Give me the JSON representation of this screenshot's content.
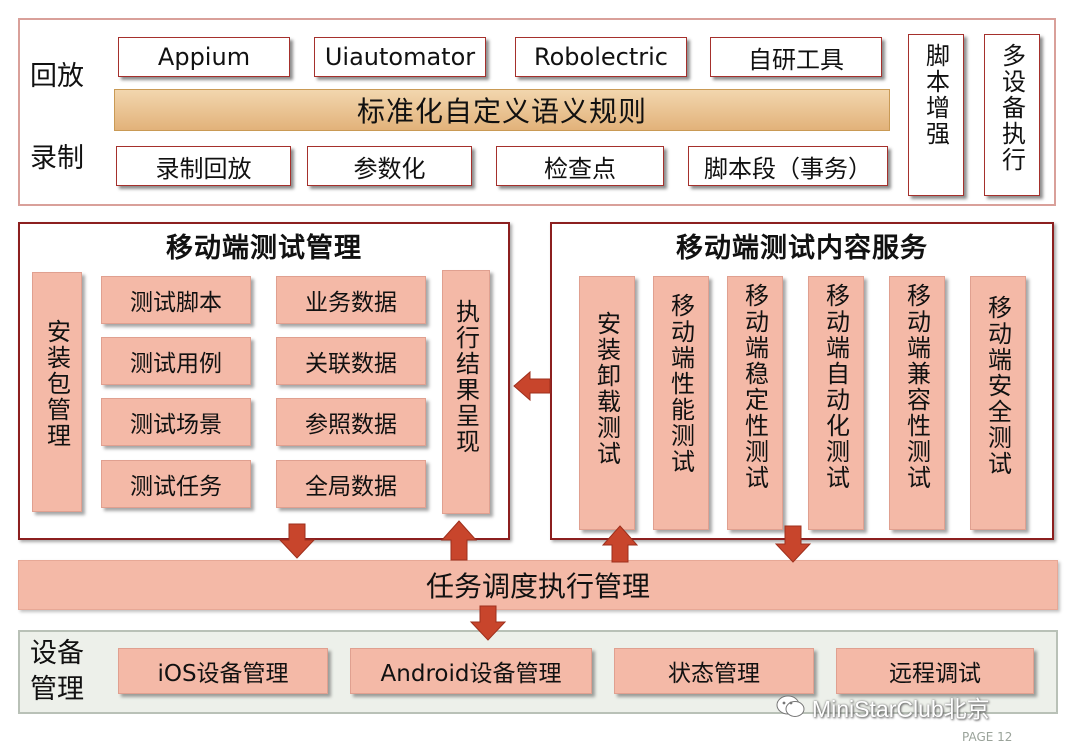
{
  "top": {
    "label_playback": "回放",
    "label_record": "录制",
    "tools": [
      "Appium",
      "Uiautomator",
      "Robolectric",
      "自研工具"
    ],
    "semantic_rule": "标准化自定义语义规则",
    "record_items": [
      "录制回放",
      "参数化",
      "检查点",
      "脚本段（事务）"
    ],
    "script_enhance": "脚本增强",
    "multi_device": "多设备执行"
  },
  "mgmt": {
    "title": "移动端测试管理",
    "install_pkg": "安装包管理",
    "left_col": [
      "测试脚本",
      "测试用例",
      "测试场景",
      "测试任务"
    ],
    "right_col": [
      "业务数据",
      "关联数据",
      "参照数据",
      "全局数据"
    ],
    "exec_result": "执行结果呈现"
  },
  "content": {
    "title": "移动端测试内容服务",
    "items": [
      "安装卸载测试",
      "移动端性能测试",
      "移动端稳定性测试",
      "移动端自动化测试",
      "移动端兼容性测试",
      "移动端安全测试"
    ]
  },
  "scheduler": "任务调度执行管理",
  "device": {
    "label": "设备管理",
    "items": [
      "iOS设备管理",
      "Android设备管理",
      "状态管理",
      "远程调试"
    ]
  },
  "watermark": "MiniStarClub北京",
  "page_label": "PAGE 12",
  "colors": {
    "box_fill": "#f4b9a7",
    "border_dark": "#8c1f1f",
    "arrow": "#c8452c",
    "gold": "#e2b27a"
  }
}
